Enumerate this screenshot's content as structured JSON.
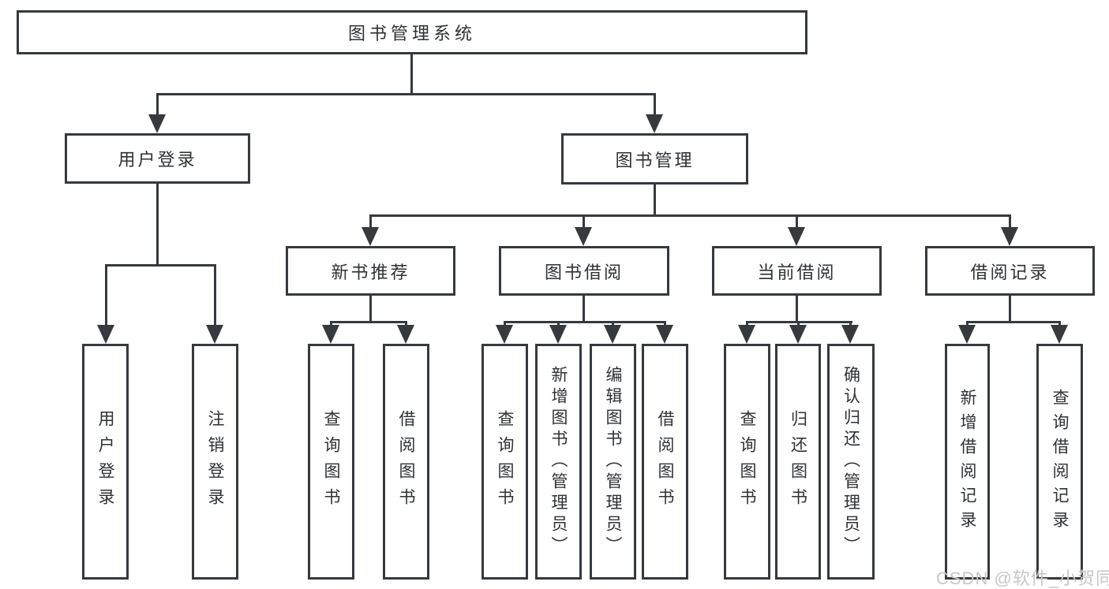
{
  "diagram": {
    "root": {
      "label": "图书管理系统"
    },
    "level2": [
      {
        "label": "用户登录"
      },
      {
        "label": "图书管理"
      }
    ],
    "level3": [
      {
        "label": "新书推荐",
        "parent": "图书管理"
      },
      {
        "label": "图书借阅",
        "parent": "图书管理"
      },
      {
        "label": "当前借阅",
        "parent": "图书管理"
      },
      {
        "label": "借阅记录",
        "parent": "图书管理"
      }
    ],
    "leaves": [
      {
        "label": "用户登录",
        "parent": "用户登录"
      },
      {
        "label": "注销登录",
        "parent": "用户登录"
      },
      {
        "label": "查询图书",
        "parent": "新书推荐"
      },
      {
        "label": "借阅图书",
        "parent": "新书推荐"
      },
      {
        "label": "查询图书",
        "parent": "图书借阅"
      },
      {
        "label": "新增图书（管理员）",
        "parent": "图书借阅"
      },
      {
        "label": "编辑图书（管理员）",
        "parent": "图书借阅"
      },
      {
        "label": "借阅图书",
        "parent": "图书借阅"
      },
      {
        "label": "查询图书",
        "parent": "当前借阅"
      },
      {
        "label": "归还图书",
        "parent": "当前借阅"
      },
      {
        "label": "确认归还（管理员）",
        "parent": "当前借阅"
      },
      {
        "label": "新增借阅记录",
        "parent": "借阅记录"
      },
      {
        "label": "查询借阅记录",
        "parent": "借阅记录"
      }
    ],
    "colors": {
      "line": "#36393d",
      "text": "#2e3135",
      "background": "#ffffff",
      "watermark_text": "#c9c6c7"
    }
  },
  "watermark": {
    "text": "CSDN @软件_小贺同学"
  }
}
